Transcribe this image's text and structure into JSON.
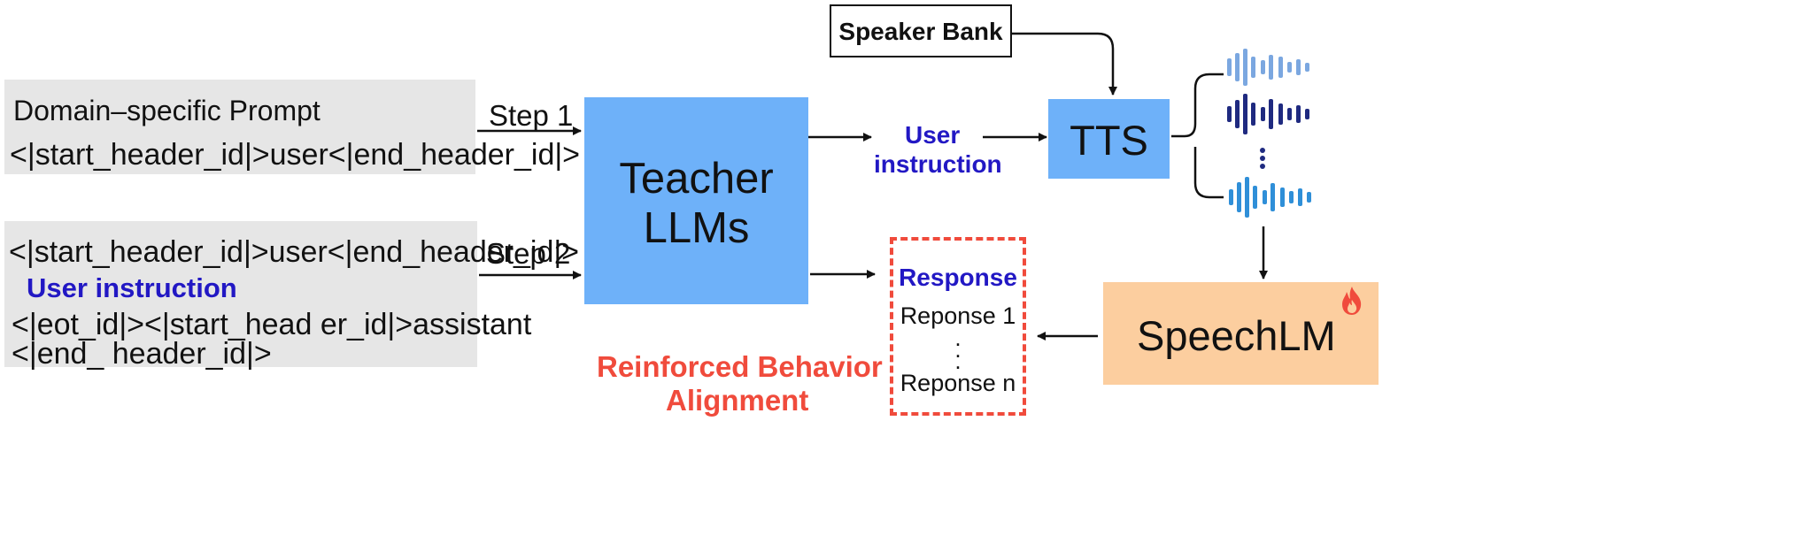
{
  "prompt1": {
    "title": "Domain–specific Prompt",
    "line": "<|start_header_id|>user<|end_header_id|>"
  },
  "prompt2": {
    "line1": "<|start_header_id|>user<|end_header_id|>",
    "instruction": "User instruction",
    "line3": "<|eot_id|><|start_head er_id|>assistant",
    "line4": "<|end_ header_id|>"
  },
  "step1": "Step 1",
  "step2": "Step 2",
  "teacher": {
    "line1": "Teacher",
    "line2": "LLMs"
  },
  "user_instruction": {
    "line1": "User",
    "line2": "instruction"
  },
  "speaker_bank": "Speaker Bank",
  "tts": "TTS",
  "speechlm": "SpeechLM",
  "response": {
    "title": "Response",
    "first": "Reponse 1",
    "last": "Reponse n"
  },
  "alignment": {
    "line1": "Reinforced Behavior",
    "line2": "Alignment"
  },
  "colors": {
    "gray_box": "#e6e6e6",
    "teacher_blue": "#6eb1f9",
    "speechlm_orange": "#fcce9f",
    "instruction_text": "#2218c4",
    "alignment_red": "#f04b3c",
    "wave_light": "#7ba7e0",
    "wave_dark": "#1f2a80",
    "wave_mid": "#2f8fd8"
  },
  "icons": {
    "fire": "fire-icon",
    "vertical_dots": "vertical-ellipsis-icon"
  }
}
